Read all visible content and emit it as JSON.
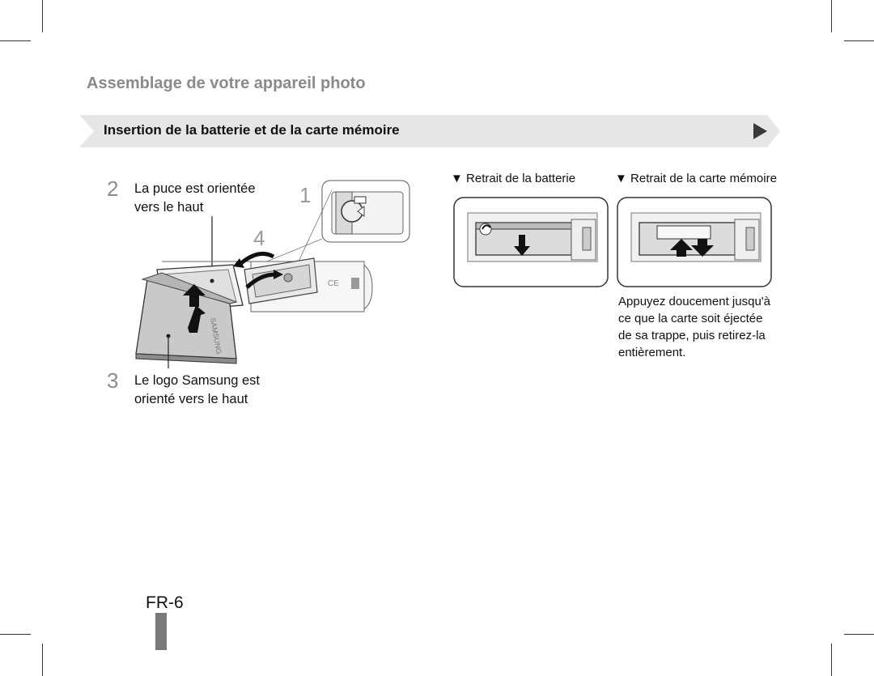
{
  "header": {
    "title": "Assemblage de votre appareil photo"
  },
  "banner": {
    "text": "Insertion de la batterie et de la carte mémoire"
  },
  "steps": {
    "step2": {
      "number": "2",
      "text_line1": "La puce est orientée",
      "text_line2": "vers le haut"
    },
    "step3": {
      "number": "3",
      "text_line1": "Le logo Samsung est",
      "text_line2": "orienté vers le haut"
    }
  },
  "callouts": {
    "c1": "1",
    "c4": "4"
  },
  "removal": {
    "battery_label": "▼ Retrait de la batterie",
    "card_label": "▼ Retrait de la carte mémoire",
    "note_lines": [
      "Appuyez doucement jusqu'à",
      "ce que la carte soit éjectée",
      "de sa trappe, puis retirez-la",
      "entièrement."
    ]
  },
  "battery_logo": "SAMSUNG",
  "footer": {
    "page_number": "FR-6"
  }
}
